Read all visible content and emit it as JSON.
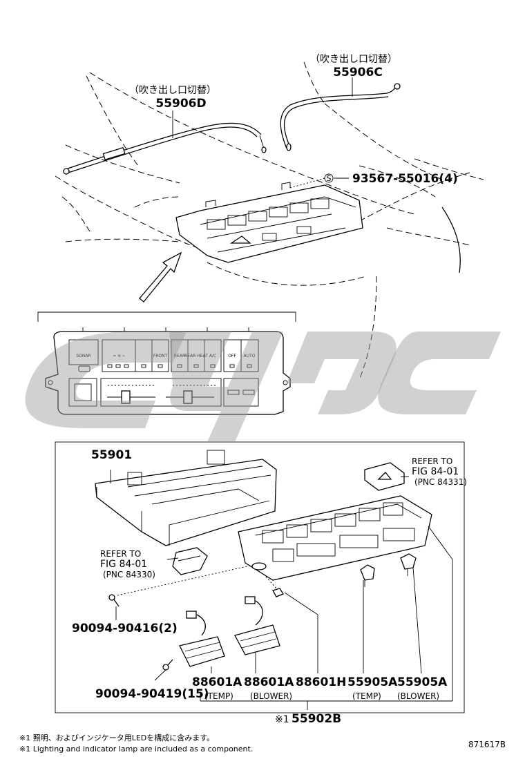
{
  "illustration_code": "871617B",
  "top_labels": {
    "cable_d_note": "（吹き出し口切替）",
    "cable_d_part": "55906D",
    "cable_c_note": "（吹き出し口切替）",
    "cable_c_part": "55906C",
    "screw_top_part": "93567-55016(4)",
    "screw_top_symbol": "S"
  },
  "panel_buttons": {
    "sonar": "SONAR",
    "front": "FRONT",
    "rear": "REAR",
    "rear_heat": "REAR HEAT",
    "ac": "A/C",
    "off": "OFF",
    "auto": "AUTO"
  },
  "parts": {
    "housing": "55901",
    "screw_1": "90094-90416(2)",
    "screw_2": "90094-90419(15)",
    "bulb_temp": "88601A",
    "bulb_blower": "88601A",
    "bulb_h": "88601H",
    "knob_temp": "55905A",
    "knob_blower": "55905A",
    "assembly": "55902B",
    "assembly_mark": "※1"
  },
  "captions": {
    "temp_1": "(TEMP)",
    "blower_1": "(BLOWER)",
    "temp_2": "(TEMP)",
    "blower_2": "(BLOWER)"
  },
  "refer_top": {
    "line1": "REFER TO",
    "line2": "FIG 84-01",
    "line3": "(PNC 84331)"
  },
  "refer_left": {
    "line1": "REFER TO",
    "line2": "FIG 84-01",
    "line3": "(PNC 84330)"
  },
  "footnotes": {
    "jp": "※1 照明、およびインジケータ用LEDを構成に含みます。",
    "en": "※1 Lighting and indicator lamp are included as a component."
  }
}
